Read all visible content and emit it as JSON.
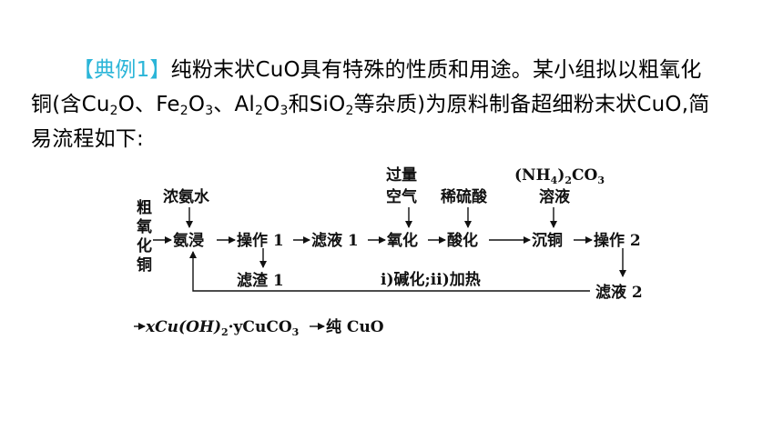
{
  "intro": {
    "tag": "【典例1】",
    "line1_text": "纯粉末状CuO具有特殊的性质和用途。某小组拟以粗氧化",
    "line2": {
      "p1": "铜(含Cu",
      "s1": "2",
      "p2": "O、Fe",
      "s2": "2",
      "p3": "O",
      "s3": "3",
      "p4": "、Al",
      "s4": "2",
      "p5": "O",
      "s5": "3",
      "p6": "和SiO",
      "s6": "2",
      "p7": "等杂质)为原料制备超细粉末状CuO,简"
    },
    "line3": "易流程如下:"
  },
  "flow": {
    "raw_chars": [
      "粗",
      "氧",
      "化",
      "铜"
    ],
    "reagent_ammonia": "浓氨水",
    "reagent_air_1": "过量",
    "reagent_air_2": "空气",
    "reagent_acid": "稀硫酸",
    "reagent_carb_1a": "(NH",
    "reagent_carb_1b": "4",
    "reagent_carb_1c": ")",
    "reagent_carb_1d": "2",
    "reagent_carb_1e": "CO",
    "reagent_carb_1f": "3",
    "reagent_carb_2": "溶液",
    "step_leach": "氨浸",
    "step_op1": "操作 1",
    "step_filtrate1": "滤液 1",
    "step_oxidize": "氧化",
    "step_acidify": "酸化",
    "step_precip": "沉铜",
    "step_op2": "操作 2",
    "residue1": "滤渣 1",
    "filtrate2": "滤液 2",
    "recycle_note": "ⅰ)碱化;ⅱ)加热",
    "final_part1": "xCu(OH)",
    "final_sub1": "2",
    "final_part2": "·yCuCO",
    "final_sub2": "3",
    "final_product": "纯 CuO"
  }
}
